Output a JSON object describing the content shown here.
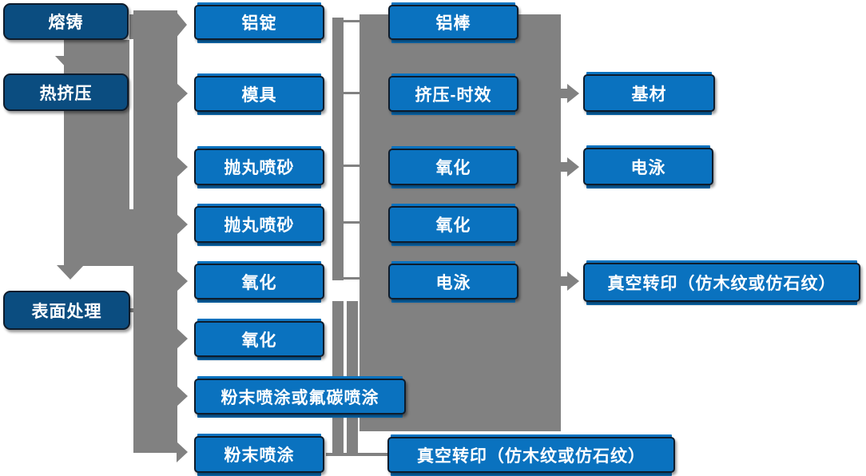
{
  "palette": {
    "node_blue": "#0a72bf",
    "node_navy": "#0b4d80",
    "connector_gray": "#818181",
    "node_border": "#0e1c2c",
    "text_color": "#ffffff"
  },
  "nodes": {
    "col1": [
      {
        "label": "熔铸"
      },
      {
        "label": "热挤压"
      },
      {
        "label": "表面处理"
      }
    ],
    "col2": [
      {
        "label": "铝锭"
      },
      {
        "label": "模具"
      },
      {
        "label": "抛丸喷砂"
      },
      {
        "label": "抛丸喷砂"
      },
      {
        "label": "氧化"
      },
      {
        "label": "氧化"
      },
      {
        "label": "粉末喷涂或氟碳喷涂"
      },
      {
        "label": "粉末喷涂"
      }
    ],
    "col3": [
      {
        "label": "铝棒"
      },
      {
        "label": "挤压-时效"
      },
      {
        "label": "氧化"
      },
      {
        "label": "氧化"
      },
      {
        "label": "电泳"
      },
      {
        "label": "真空转印（仿木纹或仿石纹）"
      }
    ],
    "col4": [
      {
        "label": "基材"
      },
      {
        "label": "电泳"
      },
      {
        "label": "真空转印（仿木纹或仿石纹）"
      }
    ]
  },
  "edges": [
    [
      "熔铸",
      "热挤压"
    ],
    [
      "热挤压",
      "表面处理"
    ],
    [
      "熔铸",
      "铝锭"
    ],
    [
      "热挤压",
      "模具"
    ],
    [
      "表面处理",
      "抛丸喷砂"
    ],
    [
      "表面处理",
      "抛丸喷砂"
    ],
    [
      "表面处理",
      "氧化"
    ],
    [
      "表面处理",
      "氧化"
    ],
    [
      "表面处理",
      "粉末喷涂或氟碳喷涂"
    ],
    [
      "表面处理",
      "粉末喷涂"
    ],
    [
      "铝锭",
      "铝棒"
    ],
    [
      "模具",
      "挤压-时效"
    ],
    [
      "抛丸喷砂",
      "氧化"
    ],
    [
      "抛丸喷砂",
      "氧化"
    ],
    [
      "氧化",
      "电泳"
    ],
    [
      "挤压-时效",
      "基材"
    ],
    [
      "氧化",
      "电泳"
    ],
    [
      "电泳",
      "真空转印（仿木纹或仿石纹）"
    ],
    [
      "粉末喷涂",
      "真空转印（仿木纹或仿石纹）"
    ]
  ]
}
